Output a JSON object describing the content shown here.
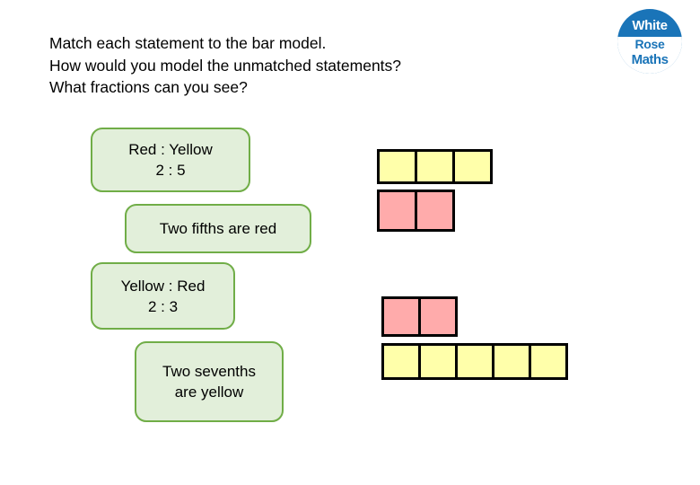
{
  "logo": {
    "name": "white-rose-maths-logo",
    "line1": "White",
    "line2": "Rose",
    "line3": "Maths",
    "circle_color": "#1a74b8",
    "text_color_on_blue": "#ffffff",
    "text_color_on_white": "#1a74b8"
  },
  "heading": {
    "line1": "Match each statement to the bar model.",
    "line2": "How would you model the unmatched statements?",
    "line3": "What fractions can you see?"
  },
  "statements": [
    {
      "id": "red-yellow-2-5",
      "lines": [
        "Red : Yellow",
        "2 : 5"
      ],
      "fill": "#e2efda",
      "border": "#70ad47"
    },
    {
      "id": "two-fifths-are-red",
      "lines": [
        "Two fifths are red"
      ],
      "fill": "#e2efda",
      "border": "#70ad47"
    },
    {
      "id": "yellow-red-2-3",
      "lines": [
        "Yellow : Red",
        "2 : 3"
      ],
      "fill": "#e2efda",
      "border": "#70ad47"
    },
    {
      "id": "two-sevenths-are-yellow",
      "lines": [
        "Two sevenths",
        "are yellow"
      ],
      "fill": "#e2efda",
      "border": "#70ad47"
    }
  ],
  "bar_models": [
    {
      "id": "bar-model-a",
      "rows": [
        {
          "id": "bar-a-yellow",
          "color_name": "yellow",
          "color": "#ffffaa",
          "count": 3
        },
        {
          "id": "bar-a-red",
          "color_name": "red",
          "color": "#ffabab",
          "count": 2
        }
      ]
    },
    {
      "id": "bar-model-b",
      "rows": [
        {
          "id": "bar-b-red",
          "color_name": "red",
          "color": "#ffabab",
          "count": 2
        },
        {
          "id": "bar-b-yellow",
          "color_name": "yellow",
          "color": "#ffffaa",
          "count": 5
        }
      ]
    }
  ]
}
